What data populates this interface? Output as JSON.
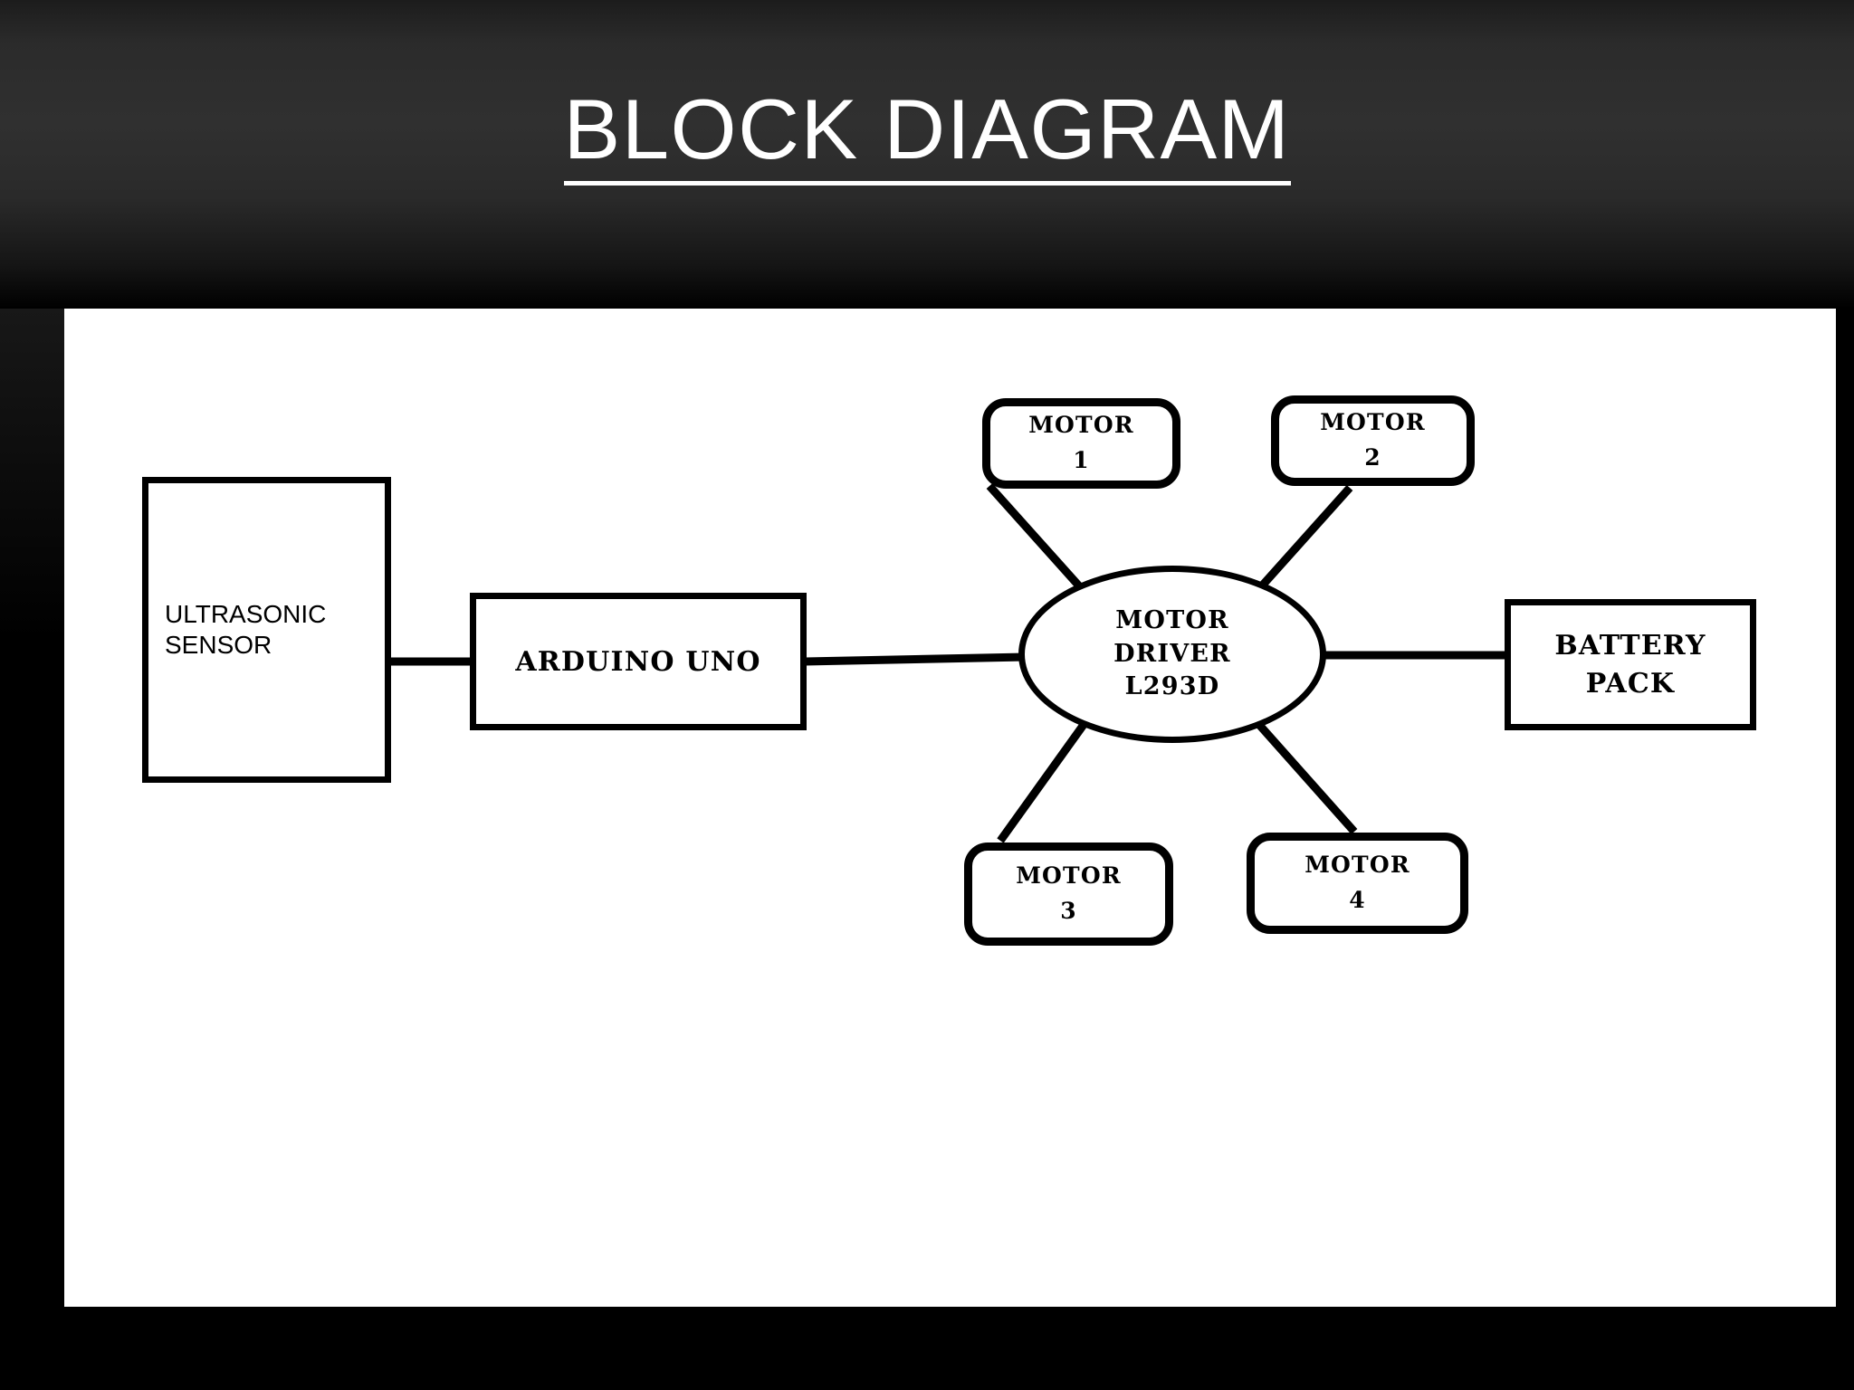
{
  "slide": {
    "title": "BLOCK DIAGRAM",
    "background_color": "#000000",
    "canvas_color": "#ffffff",
    "title_color": "#ffffff",
    "stroke_color": "#000000"
  },
  "diagram": {
    "type": "block-diagram",
    "nodes": [
      {
        "id": "ultrasonic",
        "shape": "rectangle",
        "line1": "ULTRASONIC",
        "line2": "SENSOR"
      },
      {
        "id": "arduino",
        "shape": "rectangle",
        "line1": "ARDUINO UNO",
        "line2": ""
      },
      {
        "id": "driver",
        "shape": "ellipse",
        "line1": "MOTOR",
        "line2": "DRIVER",
        "line3": "L293D"
      },
      {
        "id": "battery",
        "shape": "rectangle",
        "line1": "BATTERY",
        "line2": "PACK"
      },
      {
        "id": "motor1",
        "shape": "rounded-rectangle",
        "line1": "MOTOR",
        "line2": "1"
      },
      {
        "id": "motor2",
        "shape": "rounded-rectangle",
        "line1": "MOTOR",
        "line2": "2"
      },
      {
        "id": "motor3",
        "shape": "rounded-rectangle",
        "line1": "MOTOR",
        "line2": "3"
      },
      {
        "id": "motor4",
        "shape": "rounded-rectangle",
        "line1": "MOTOR",
        "line2": "4"
      }
    ],
    "connections": [
      {
        "from": "ultrasonic",
        "to": "arduino",
        "style": "straight-horizontal"
      },
      {
        "from": "arduino",
        "to": "driver",
        "style": "straight-horizontal"
      },
      {
        "from": "driver",
        "to": "battery",
        "style": "straight-horizontal"
      },
      {
        "from": "driver",
        "to": "motor1",
        "style": "diagonal"
      },
      {
        "from": "driver",
        "to": "motor2",
        "style": "diagonal"
      },
      {
        "from": "driver",
        "to": "motor3",
        "style": "diagonal"
      },
      {
        "from": "driver",
        "to": "motor4",
        "style": "diagonal"
      }
    ]
  }
}
